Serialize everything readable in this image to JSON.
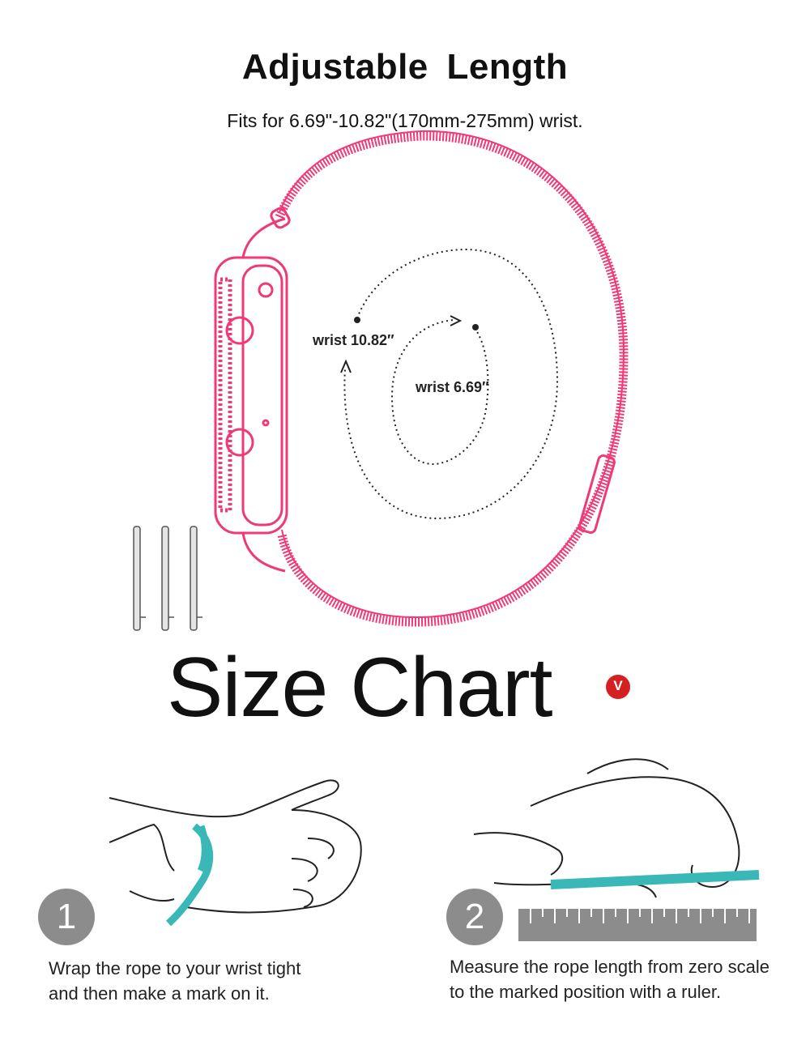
{
  "header": {
    "title": "Adjustable  Length",
    "subtitle": "Fits for 6.69\"-10.82\"(170mm-275mm) wrist."
  },
  "diagram": {
    "outer_label": "wrist 10.82″",
    "inner_label": "wrist 6.69″",
    "band_color": "#ee3a78",
    "rope_color": "#3ab8b8"
  },
  "size_chart": {
    "title": "Size Chart",
    "badge": "V",
    "badge_color": "#d42020"
  },
  "steps": [
    {
      "number": "1",
      "line1": "Wrap the rope to your wrist tight",
      "line2": "and then make a mark on it."
    },
    {
      "number": "2",
      "line1": "Measure the rope length from zero scale",
      "line2": "to the marked position with a ruler."
    }
  ]
}
